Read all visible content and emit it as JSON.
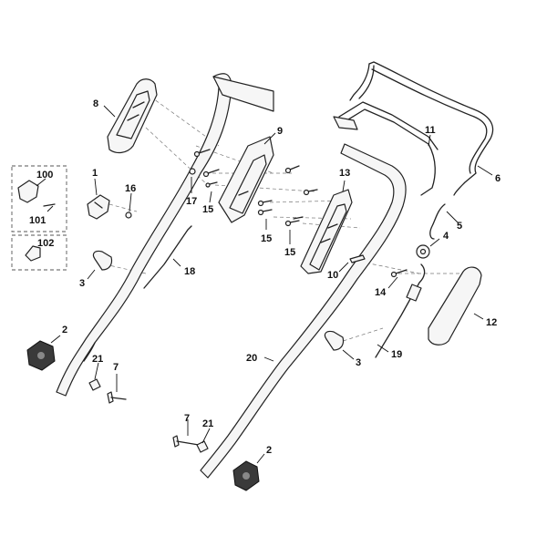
{
  "callouts": {
    "p8": "8",
    "p9": "9",
    "p11": "11",
    "p6": "6",
    "p13": "13",
    "p100": "100",
    "p101": "101",
    "p102": "102",
    "p1": "1",
    "p16": "16",
    "p17": "17",
    "p15a": "15",
    "p15b": "15",
    "p15c": "15",
    "p18": "18",
    "p3a": "3",
    "p5": "5",
    "p4": "4",
    "p10": "10",
    "p14": "14",
    "p12": "12",
    "p2a": "2",
    "p21a": "21",
    "p7a": "7",
    "p20": "20",
    "p3b": "3",
    "p19": "19",
    "p7b": "7",
    "p21b": "21",
    "p2b": "2"
  }
}
